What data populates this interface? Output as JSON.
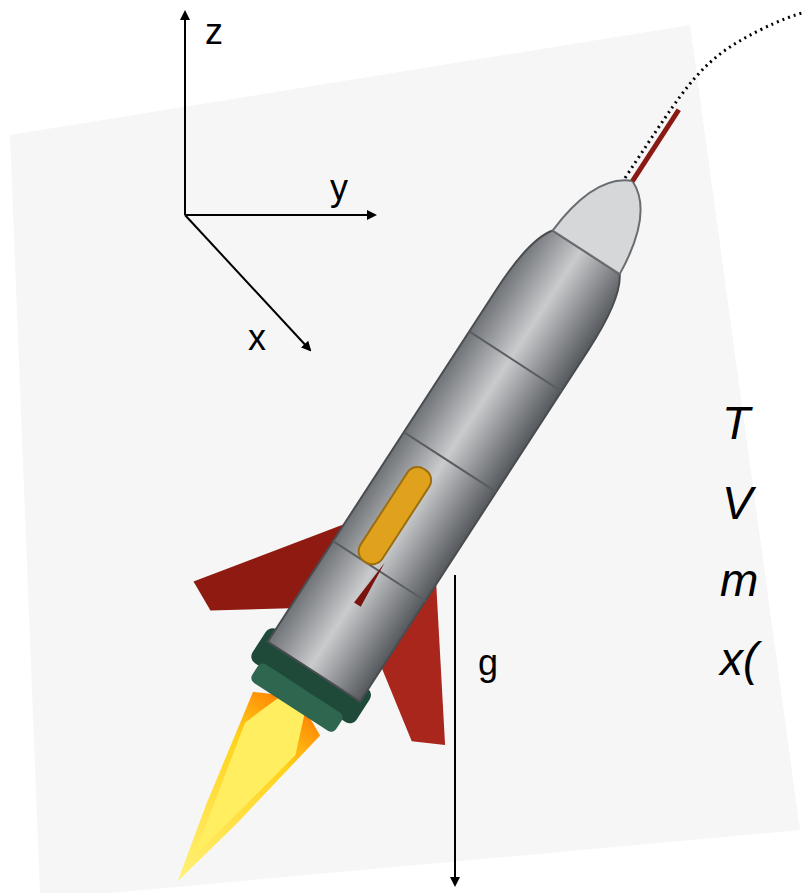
{
  "diagram": {
    "labels": [
      "z",
      "y",
      "x",
      "T",
      "V",
      "m",
      "x(",
      "g"
    ]
  }
}
